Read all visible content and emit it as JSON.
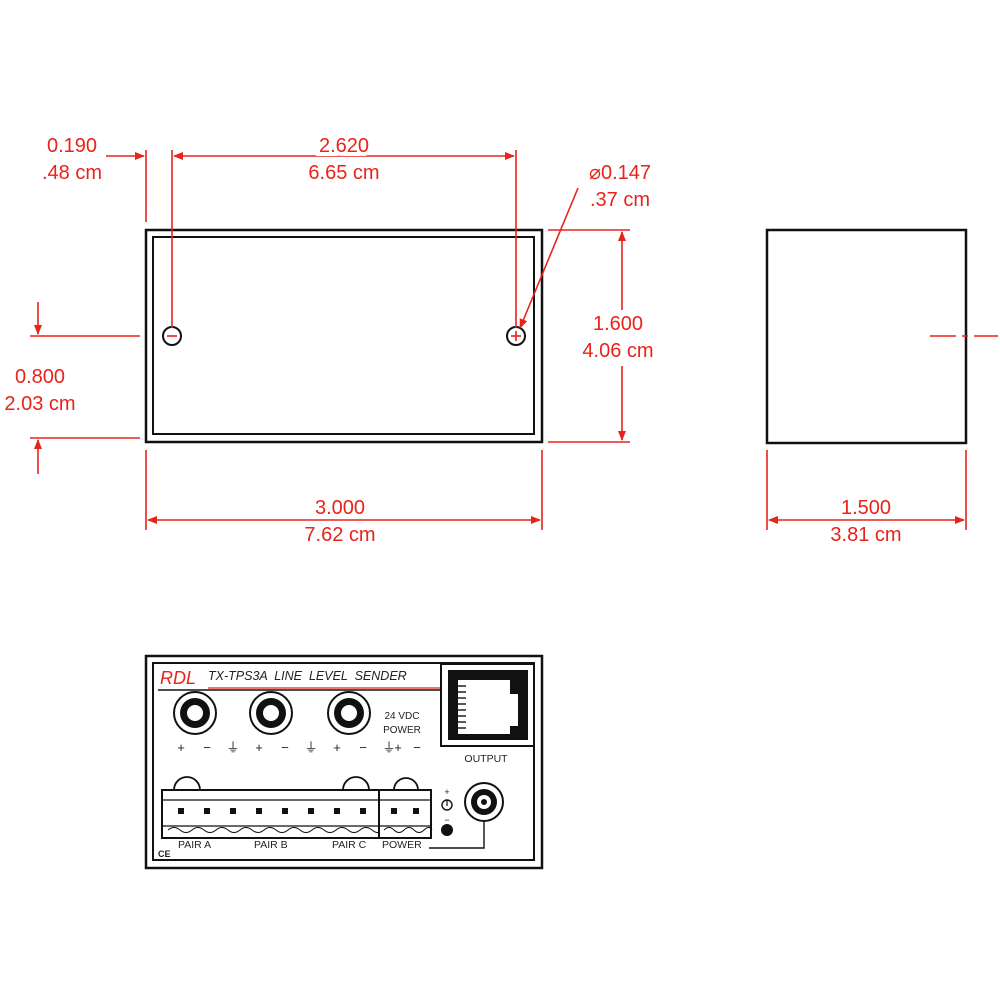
{
  "dimensions": {
    "hole_offset_in": "0.190",
    "hole_offset_cm": ".48 cm",
    "hole_spacing_in": "2.620",
    "hole_spacing_cm": "6.65 cm",
    "hole_diameter_in": "⌀0.147",
    "hole_diameter_cm": ".37 cm",
    "height_in": "1.600",
    "height_cm": "4.06 cm",
    "hole_height_in": "0.800",
    "hole_height_cm": "2.03 cm",
    "width_in": "3.000",
    "width_cm": "7.62 cm",
    "depth_in": "1.500",
    "depth_cm": "3.81 cm"
  },
  "panel": {
    "brand": "RDL",
    "title": "TX-TPS3A  LINE  LEVEL  SENDER",
    "power_label_1": "24 VDC",
    "power_label_2": "POWER",
    "output_label": "OUTPUT",
    "polarity": [
      "+",
      "−",
      "⏚",
      "+",
      "−",
      "⏚",
      "+",
      "−",
      "⏚"
    ],
    "power_polarity": [
      "+",
      "−"
    ],
    "pair_labels": [
      "PAIR A",
      "PAIR B",
      "PAIR C",
      "POWER"
    ],
    "ce_mark": "CE",
    "led_plus": "+",
    "led_minus": "−"
  },
  "colors": {
    "dimension": "#e8231b",
    "outline": "#111111"
  }
}
